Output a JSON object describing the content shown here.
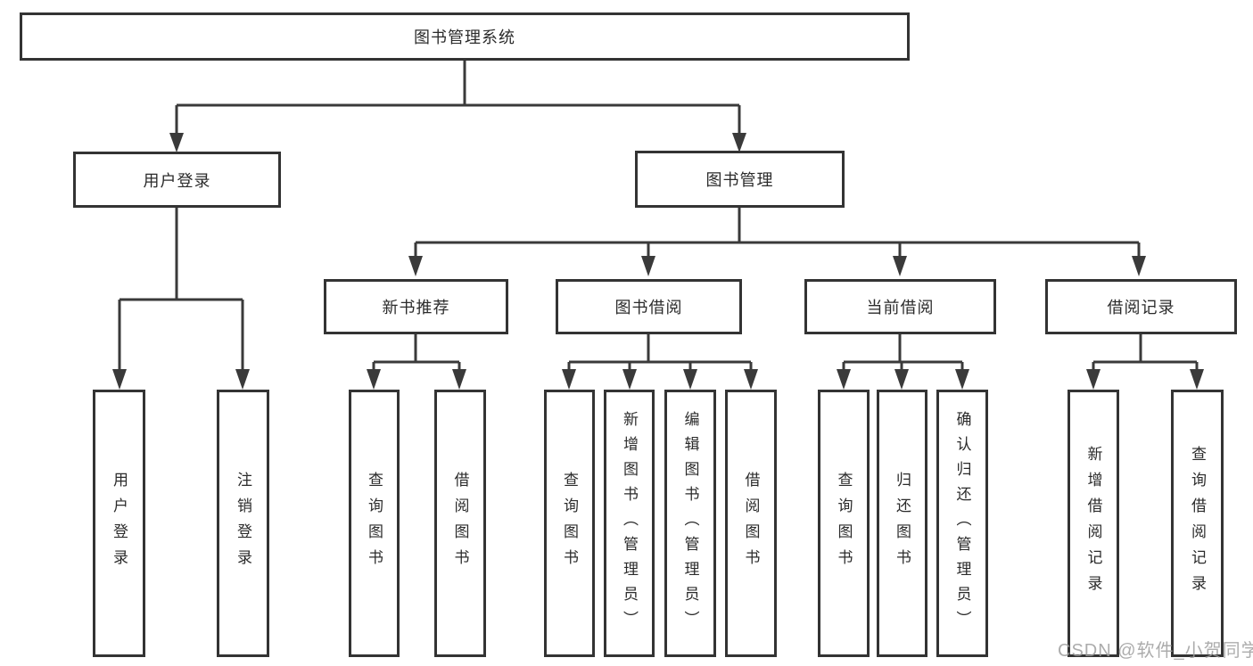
{
  "diagram": {
    "root": {
      "label": "图书管理系统"
    },
    "branches": [
      {
        "label": "用户登录",
        "children": [
          {
            "label": "用户登录"
          },
          {
            "label": "注销登录"
          }
        ]
      },
      {
        "label": "图书管理",
        "children": [
          {
            "label": "新书推荐",
            "children": [
              {
                "label": "查询图书"
              },
              {
                "label": "借阅图书"
              }
            ]
          },
          {
            "label": "图书借阅",
            "children": [
              {
                "label": "查询图书"
              },
              {
                "label": "新增图书（管理员）"
              },
              {
                "label": "编辑图书（管理员）"
              },
              {
                "label": "借阅图书"
              }
            ]
          },
          {
            "label": "当前借阅",
            "children": [
              {
                "label": "查询图书"
              },
              {
                "label": "归还图书"
              },
              {
                "label": "确认归还（管理员）"
              }
            ]
          },
          {
            "label": "借阅记录",
            "children": [
              {
                "label": "新增借阅记录"
              },
              {
                "label": "查询借阅记录"
              }
            ]
          }
        ]
      }
    ]
  },
  "watermark": {
    "text": "CSDN @软件_小贺同学"
  },
  "colors": {
    "line": "#3a3a3a",
    "box_border": "#333333",
    "text": "#2b2b2b",
    "background": "#ffffff",
    "watermark": "#9e9e9e"
  }
}
